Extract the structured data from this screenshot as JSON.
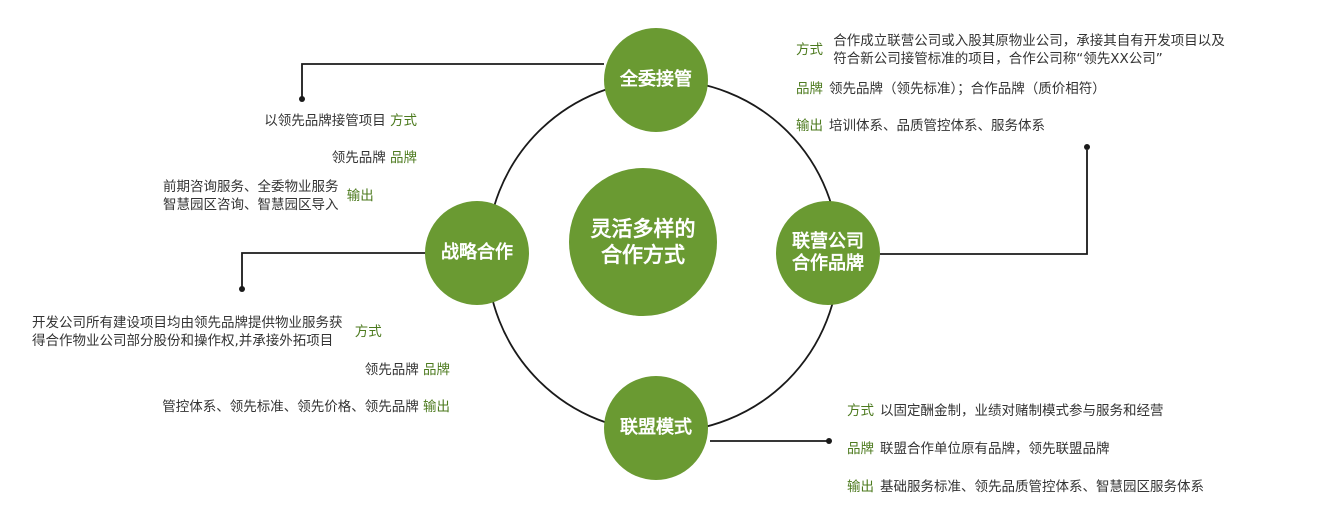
{
  "center": {
    "line1": "灵活多样的",
    "line2": "合作方式"
  },
  "nodes": {
    "top": "全委接管",
    "left": "战略合作",
    "right_line1": "联营公司",
    "right_line2": "合作品牌",
    "bottom": "联盟模式"
  },
  "labels": {
    "method": "方式",
    "brand": "品牌",
    "output": "输出"
  },
  "full_entrust": {
    "method": "以领先品牌接管项目",
    "brand": "领先品牌",
    "output_line1": "前期咨询服务、全委物业服务",
    "output_line2": "智慧园区咨询、智慧园区导入"
  },
  "joint_venture": {
    "method_line1": "合作成立联营公司或入股其原物业公司，承接其自有开发项目以及",
    "method_line2": "符合新公司接管标准的项目，合作公司称“领先XX公司”",
    "brand": "领先品牌（领先标准）；合作品牌（质价相符）",
    "output": "培训体系、品质管控体系、服务体系"
  },
  "strategic": {
    "method_line1": "开发公司所有建设项目均由领先品牌提供物业服务获",
    "method_line2": "得合作物业公司部分股份和操作权,并承接外拓项目",
    "brand": "领先品牌",
    "output": "管控体系、领先标准、领先价格、领先品牌"
  },
  "alliance": {
    "method": "以固定酬金制，业绩对赌制模式参与服务和经营",
    "brand": "联盟合作单位原有品牌，领先联盟品牌",
    "output": "基础服务标准、领先品质管控体系、智慧园区服务体系"
  },
  "colors": {
    "node": "#6a9a32",
    "label": "#4c7a1e",
    "line": "#1a1a1a"
  }
}
